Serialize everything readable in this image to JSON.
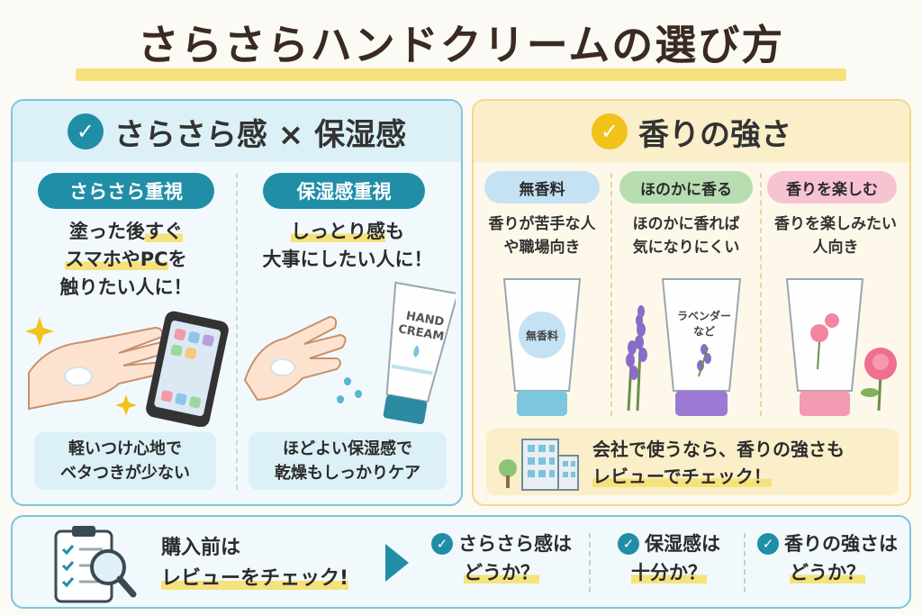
{
  "title": "さらさらハンドクリームの選び方",
  "left": {
    "header": "さらさら感 × 保湿感",
    "col1": {
      "pill": "さらさら重視",
      "desc_pre": "塗った後",
      "desc_hl1": "すぐ",
      "desc_hl2": "スマホやPC",
      "desc_mid": "を",
      "desc_line3": "触りたい人に！",
      "note_line1": "軽いつけ心地で",
      "note_line2": "ベタつきが少ない"
    },
    "col2": {
      "pill": "保湿感重視",
      "desc_hl": "しっとり感",
      "desc_post": "も",
      "desc_line2": "大事にしたい人に！",
      "tube_line1": "HAND",
      "tube_line2": "CREAM",
      "note_line1": "ほどよい保湿感で",
      "note_line2": "乾燥もしっかりケア"
    }
  },
  "right": {
    "header": "香りの強さ",
    "col1": {
      "pill": "無香料",
      "line1": "香りが苦手な人",
      "line2": "や職場向き",
      "tube_label": "無香料"
    },
    "col2": {
      "pill": "ほのかに香る",
      "line1": "ほのかに香れば",
      "line2": "気になりにくい",
      "tube_line1": "ラベンダー",
      "tube_line2": "など"
    },
    "col3": {
      "pill": "香りを楽しむ",
      "line1": "香りを楽しみたい",
      "line2": "人向き"
    },
    "company_line1": "会社で使うなら、香りの強さも",
    "company_line2": "レビューでチェック！"
  },
  "bottom": {
    "lead_line1": "購入前は",
    "lead_line2": "レビューをチェック!",
    "items": [
      {
        "line1": "さらさら感は",
        "line2": "どうか？"
      },
      {
        "line1": "保湿感は",
        "line2": "十分か？"
      },
      {
        "line1": "香りの強さは",
        "line2": "どうか？"
      }
    ]
  },
  "colors": {
    "teal": "#1f8ea6",
    "yellow_check": "#f2c21b",
    "highlight": "#f6e27a",
    "mint_pill": "#b8ddb0",
    "pink_pill": "#f7c3d3",
    "blue_pill": "#c4e2f3"
  },
  "icons": [
    "check-icon",
    "sparkle-icon",
    "smartphone-icon",
    "hand-icon",
    "cream-tube-icon",
    "water-drop-icon",
    "lavender-icon",
    "rose-icon",
    "building-icon",
    "tree-icon",
    "clipboard-icon",
    "magnifier-icon",
    "arrow-right-icon"
  ]
}
